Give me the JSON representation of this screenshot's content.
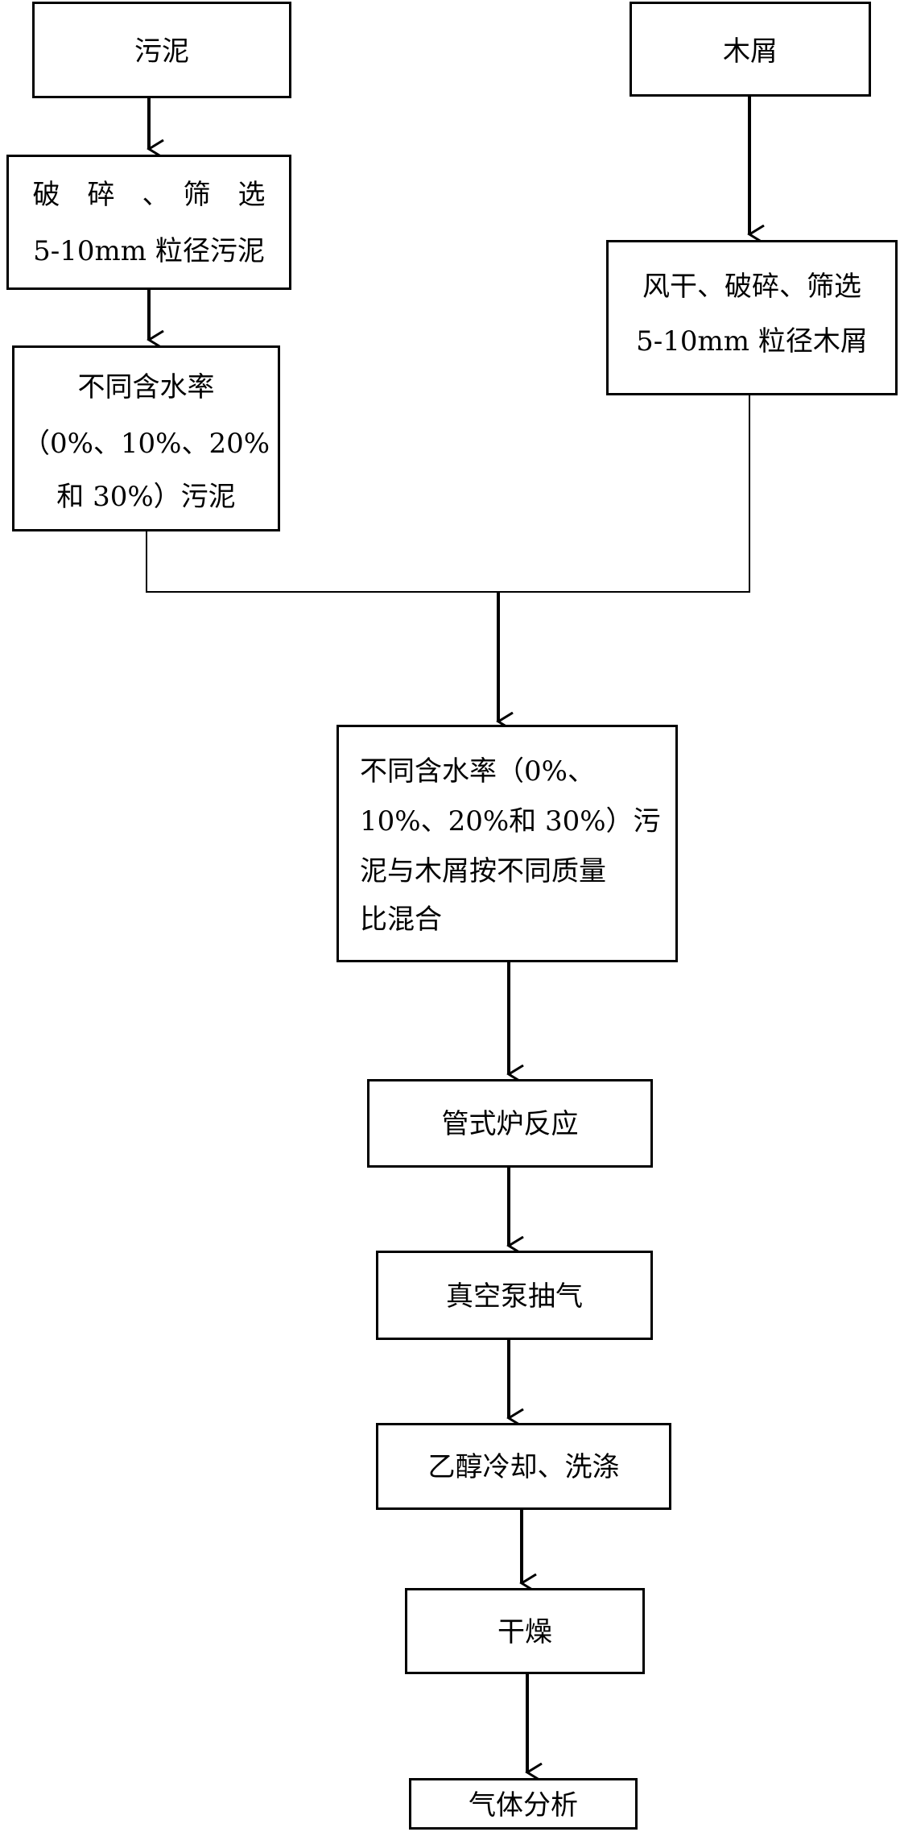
{
  "nodes": {
    "sludge": {
      "label": "污泥"
    },
    "sawdust": {
      "label": "木屑"
    },
    "sludge_crush": {
      "line1": "破　碎　、　筛　选",
      "line2": "5-10mm 粒径污泥"
    },
    "sawdust_crush": {
      "line1": "风干、破碎、筛选",
      "line2": "5-10mm 粒径木屑"
    },
    "sludge_moisture": {
      "line1": "不同含水率",
      "line2": "（0%、10%、20%",
      "line3": "和 30%）污泥"
    },
    "mix": {
      "line1": "不同含水率（0%、",
      "line2": "10%、20%和 30%）污",
      "line3": "泥与木屑按不同质量",
      "line4": "比混合"
    },
    "tube_furnace": {
      "label": "管式炉反应"
    },
    "vacuum_pump": {
      "label": "真空泵抽气"
    },
    "ethanol_cooling": {
      "label": "乙醇冷却、洗涤"
    },
    "drying": {
      "label": "干燥"
    },
    "gas_analysis": {
      "label": "气体分析"
    }
  }
}
